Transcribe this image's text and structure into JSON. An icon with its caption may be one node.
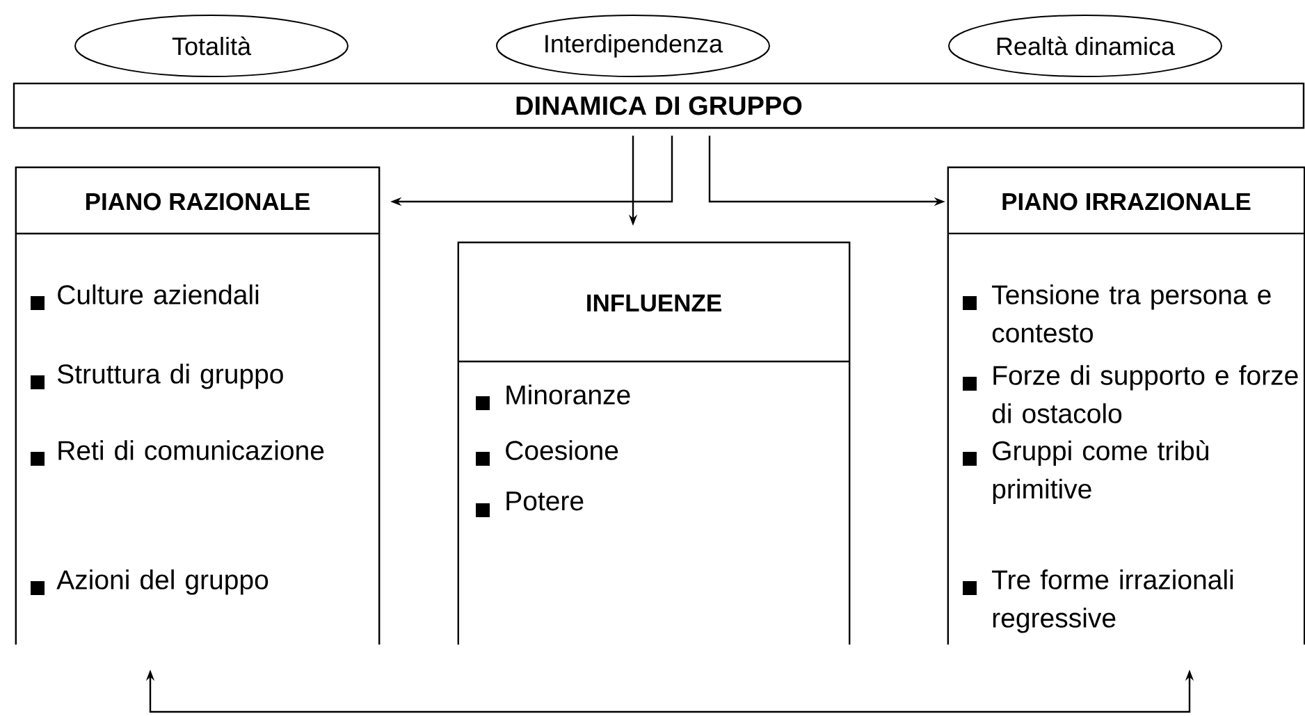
{
  "diagram": {
    "nodes": [
      {
        "text": [
          "Totalità"
        ]
      },
      {
        "text": [
          "Interdipendenza"
        ]
      },
      {
        "text": [
          "Realtà dinamica"
        ]
      },
      {
        "text": [
          "DINAMICA DI GRUPPO"
        ]
      },
      {
        "text": [
          "PIANO RAZIONALE",
          "Culture aziendali",
          "Struttura di gruppo",
          "Reti di comunicazione",
          "Azioni del gruppo"
        ]
      },
      {
        "text": [
          "INFLUENZE",
          "Minoranze",
          "Coesione",
          "Potere"
        ]
      },
      {
        "text": [
          "PIANO IRRAZIONALE",
          "Tensione tra persona e contesto",
          "Forze di supporto e forze di ostacolo",
          "Gruppi come tribù primitive",
          "Tre forme irrazionali regressive"
        ]
      }
    ],
    "edges": [
      {
        "from": 3,
        "to": 4,
        "arrow": "to"
      },
      {
        "from": 3,
        "to": 5,
        "arrow": "to"
      },
      {
        "from": 3,
        "to": 6,
        "arrow": "to"
      },
      {
        "from": 4,
        "to": 6,
        "arrow": "both"
      }
    ]
  }
}
